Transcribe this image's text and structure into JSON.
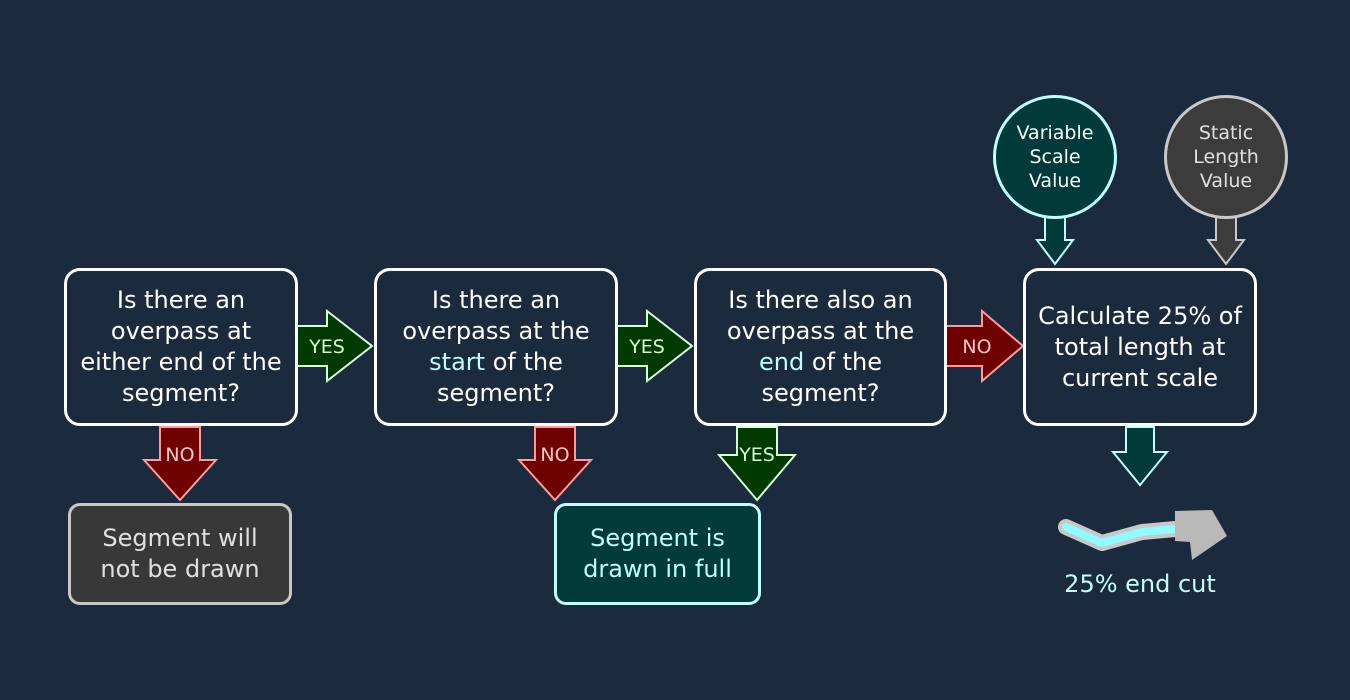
{
  "decisions": {
    "either_end": {
      "text": "Is there an overpass at either end of the segment?"
    },
    "start": {
      "before": "Is there an overpass at the ",
      "highlight": "start",
      "after": " of the segment?"
    },
    "end": {
      "before": "Is there also an overpass at the ",
      "highlight": "end",
      "after": " of the segment?"
    }
  },
  "process": {
    "calculate": "Calculate 25% of total length at current scale"
  },
  "inputs": {
    "variable_scale": "Variable Scale Value",
    "static_length": "Static Length Value"
  },
  "outcomes": {
    "not_drawn": "Segment will not be drawn",
    "drawn_full": "Segment is drawn in full",
    "end_cut": "25% end cut"
  },
  "arrow_labels": {
    "yes_1": "YES",
    "yes_2": "YES",
    "yes_3": "YES",
    "no_1": "NO",
    "no_2": "NO",
    "no_3": "NO"
  },
  "colors": {
    "background": "#1b2b3d",
    "yes_fill": "#003a00",
    "yes_stroke": "#d6ffd6",
    "no_fill": "#6e0000",
    "no_stroke": "#ff9a9a",
    "teal_fill": "#003a3a",
    "teal_stroke": "#bfffff",
    "grey_fill": "#383838",
    "grey_stroke": "#c8c8c8"
  }
}
